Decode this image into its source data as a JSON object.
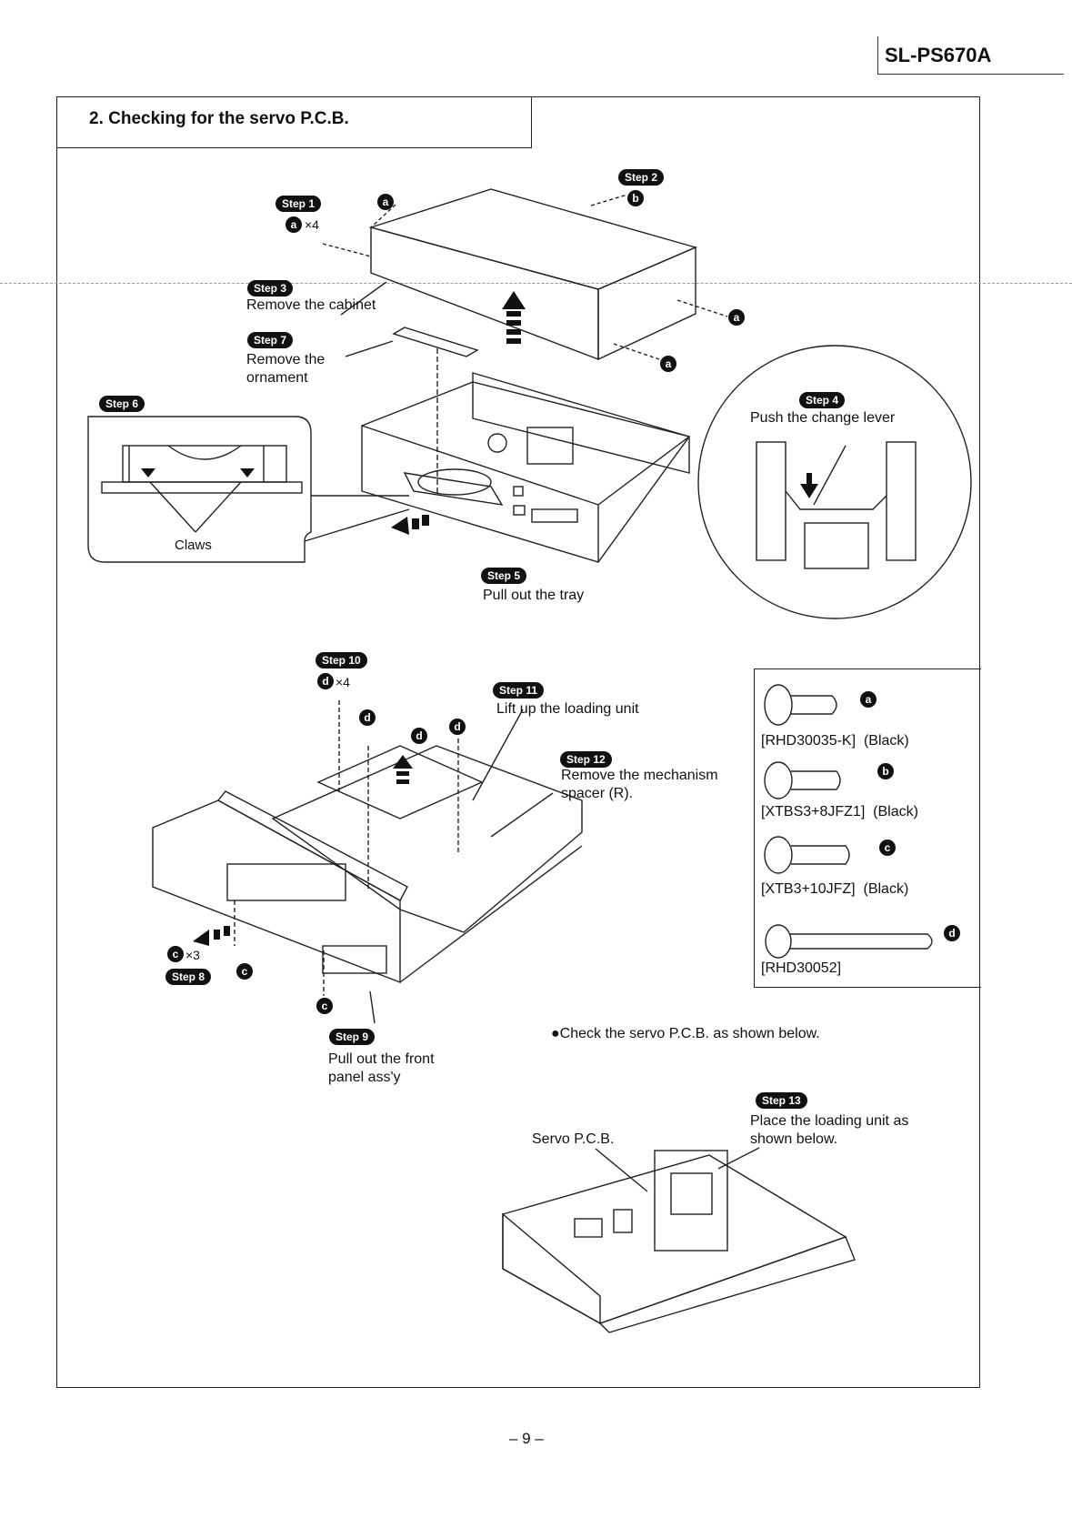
{
  "header": {
    "model": "SL-PS670A"
  },
  "section": {
    "title": "2. Checking for the servo P.C.B."
  },
  "steps": {
    "s1": "Step 1",
    "s2": "Step 2",
    "s3": "Step 3",
    "s4": "Step 4",
    "s5": "Step 5",
    "s6": "Step 6",
    "s7": "Step 7",
    "s8": "Step 8",
    "s9": "Step 9",
    "s10": "Step 10",
    "s11": "Step 11",
    "s12": "Step 12",
    "s13": "Step 13"
  },
  "labels": {
    "remove_cabinet": "Remove the cabinet",
    "remove_ornament_1": "Remove the",
    "remove_ornament_2": "ornament",
    "push_lever": "Push the change lever",
    "pull_tray": "Pull out the tray",
    "claws": "Claws",
    "lift_loading": "Lift up the loading unit",
    "remove_mech_1": "Remove the mechanism",
    "remove_mech_2": "spacer (R).",
    "pull_front_1": "Pull out the front",
    "pull_front_2": "panel ass'y",
    "check_servo": "●Check the servo P.C.B. as shown below.",
    "place_loading_1": "Place the loading unit as",
    "place_loading_2": "shown below.",
    "servo_pcb": "Servo P.C.B."
  },
  "screw_marks": {
    "a": "a",
    "b": "b",
    "c": "c",
    "d": "d",
    "a_x4": "×4",
    "d_x4": "×4",
    "c_x3": "×3"
  },
  "parts": [
    {
      "mark": "a",
      "code": "[RHD30035-K]",
      "color": "(Black)"
    },
    {
      "mark": "b",
      "code": "[XTBS3+8JFZ1]",
      "color": "(Black)"
    },
    {
      "mark": "c",
      "code": "[XTB3+10JFZ]",
      "color": "(Black)"
    },
    {
      "mark": "d",
      "code": "[RHD30052]",
      "color": ""
    }
  ],
  "footer": {
    "page": "– 9 –"
  }
}
